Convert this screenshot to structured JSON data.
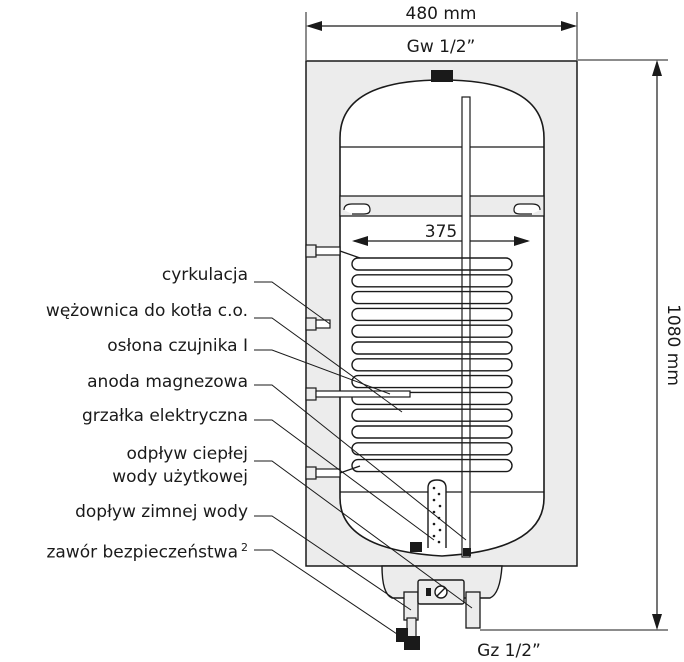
{
  "dimensions": {
    "width": "480 mm",
    "top_connection": "Gw 1/2”",
    "coil_width": "375",
    "height": "1080 mm",
    "bottom_connection": "Gz 1/2”"
  },
  "labels": {
    "circulation": "cyrkulacja",
    "coil": "wężownica do kotła c.o.",
    "sensor_sleeve": "osłona czujnika I",
    "anode": "anoda magnezowa",
    "heater": "grzałka elektryczna",
    "hot_outlet_line1": "odpływ ciepłej",
    "hot_outlet_line2": "wody użytkowej",
    "cold_inlet": "dopływ zimnej wody",
    "safety_valve": "zawór bezpieczeństwa",
    "safety_valve_note": "2"
  },
  "colors": {
    "outer_casing": "#ececec",
    "tank_fill": "#ffffff",
    "line": "#1a1a1a",
    "fitting_dark": "#1a1a1a"
  }
}
